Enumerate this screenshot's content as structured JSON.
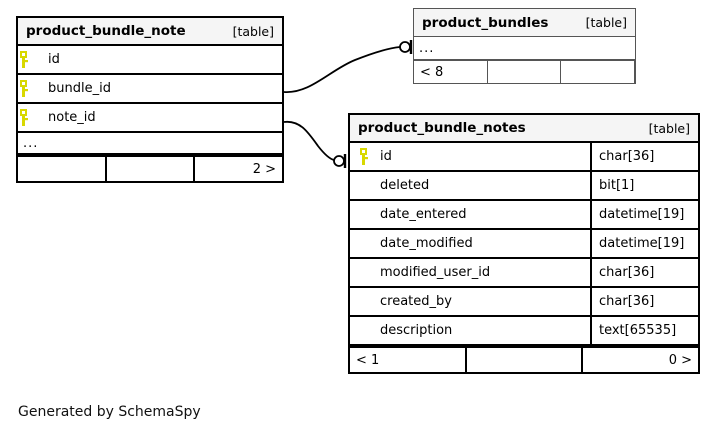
{
  "diagram": {
    "generator_caption": "Generated by SchemaSpy",
    "key_icon_name": "primary-key-icon",
    "key_icon_color": "#d8d800",
    "header_bg": "#f5f5f5",
    "border_color": "#000000"
  },
  "tables": [
    {
      "id": "product_bundle_note",
      "name": "product_bundle_note",
      "kind": "[table]",
      "columns": [
        {
          "name": "id",
          "type": "",
          "key": true
        },
        {
          "name": "bundle_id",
          "type": "",
          "key": true
        },
        {
          "name": "note_id",
          "type": "",
          "key": true
        }
      ],
      "ellipsis": "...",
      "footer": {
        "left": "",
        "mid": "",
        "right": "2 >"
      }
    },
    {
      "id": "product_bundles",
      "name": "product_bundles",
      "kind": "[table]",
      "columns": [],
      "ellipsis": "...",
      "footer": {
        "left": "< 8",
        "mid": "",
        "right": ""
      }
    },
    {
      "id": "product_bundle_notes",
      "name": "product_bundle_notes",
      "kind": "[table]",
      "columns": [
        {
          "name": "id",
          "type": "char[36]",
          "key": true
        },
        {
          "name": "deleted",
          "type": "bit[1]",
          "key": false
        },
        {
          "name": "date_entered",
          "type": "datetime[19]",
          "key": false
        },
        {
          "name": "date_modified",
          "type": "datetime[19]",
          "key": false
        },
        {
          "name": "modified_user_id",
          "type": "char[36]",
          "key": false
        },
        {
          "name": "created_by",
          "type": "char[36]",
          "key": false
        },
        {
          "name": "description",
          "type": "text[65535]",
          "key": false
        }
      ],
      "ellipsis": "",
      "footer": {
        "left": "< 1",
        "mid": "",
        "right": "0 >"
      }
    }
  ],
  "relationships": [
    {
      "from": "product_bundle_note.bundle_id",
      "to": "product_bundles",
      "cardinality": "zero-or-one"
    },
    {
      "from": "product_bundle_note.note_id",
      "to": "product_bundle_notes",
      "cardinality": "zero-or-one"
    }
  ]
}
